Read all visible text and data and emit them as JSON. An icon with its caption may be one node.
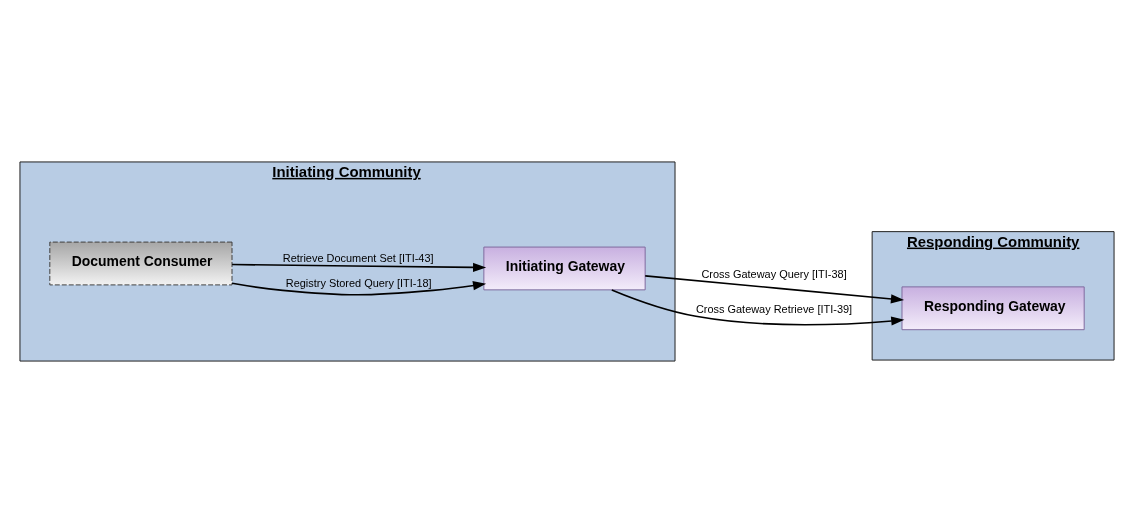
{
  "diagram": {
    "nodes": [
      {
        "text": [
          "Initiating Community"
        ]
      },
      {
        "text": [
          "Document Consumer"
        ],
        "in": 0
      },
      {
        "text": [
          "Initiating Gateway"
        ],
        "in": 0
      },
      {
        "text": [
          "Responding Community"
        ]
      },
      {
        "text": [
          "Responding Gateway"
        ],
        "in": 3
      }
    ],
    "edges": [
      {
        "from": 1,
        "to": 2,
        "arrow": "to",
        "label": "Registry Stored Query [ITI-18]"
      },
      {
        "from": 1,
        "to": 2,
        "arrow": "to",
        "label": "Retrieve Document Set [ITI-43]"
      },
      {
        "from": 2,
        "to": 4,
        "arrow": "to",
        "label": "Cross Gateway Query [ITI-38]"
      },
      {
        "from": 2,
        "to": 4,
        "arrow": "to",
        "label": "Cross Gateway Retrieve [ITI-39]"
      }
    ]
  }
}
